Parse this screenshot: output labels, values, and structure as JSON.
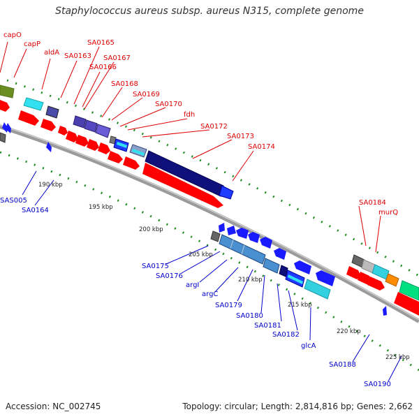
{
  "title": "Staphylococcus aureus subsp. aureus N315, complete genome",
  "accession": "Accession: NC_002745",
  "topology": "Topology: circular; Length: 2,814,816 bp; Genes: 2,662",
  "colors": {
    "forward_label": "#dd0000",
    "reverse_label": "#0000cc",
    "forward_gene": "#ff0000",
    "reverse_gene": "#1a1aff",
    "backbone": "#999999",
    "tick": "#228b22"
  },
  "scale_labels": [
    "190 kbp",
    "195 kbp",
    "200 kbp",
    "205 kbp",
    "210 kbp",
    "215 kbp",
    "220 kbp",
    "225 kbp"
  ],
  "forward_labels": [
    "capO",
    "capP",
    "aldA",
    "SA0163",
    "SA0165",
    "SA0167",
    "SA0166",
    "SA0168",
    "SA0169",
    "SA0170",
    "fdh",
    "SA0172",
    "SA0173",
    "SA0174",
    "SA0184",
    "murQ"
  ],
  "reverse_labels": [
    "SAS005",
    "SA0164",
    "SA0175",
    "SA0176",
    "argI",
    "argC",
    "SA0179",
    "SA0180",
    "SA0181",
    "SA0182",
    "glcA",
    "SA0188",
    "SA0190"
  ]
}
